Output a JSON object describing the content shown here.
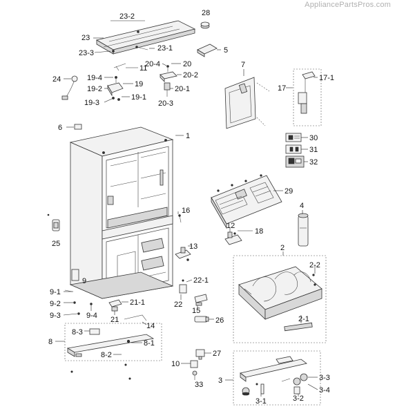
{
  "watermark": "AppliancePartsPros.com",
  "callouts": {
    "c1": "1",
    "c2": "2",
    "c2_1": "2-1",
    "c2_2": "2-2",
    "c3": "3",
    "c3_1": "3-1",
    "c3_2": "3-2",
    "c3_3": "3-3",
    "c3_4": "3-4",
    "c4": "4",
    "c5": "5",
    "c6": "6",
    "c7": "7",
    "c8": "8",
    "c8_1": "8-1",
    "c8_2": "8-2",
    "c8_3": "8-3",
    "c9": "9",
    "c9_1": "9-1",
    "c9_2": "9-2",
    "c9_3": "9-3",
    "c9_4": "9-4",
    "c10": "10",
    "c11": "11",
    "c12": "12",
    "c13": "13",
    "c14": "14",
    "c15": "15",
    "c16": "16",
    "c17": "17",
    "c17_1": "17-1",
    "c18": "18",
    "c19": "19",
    "c19_1": "19-1",
    "c19_2": "19-2",
    "c19_3": "19-3",
    "c19_4": "19-4",
    "c20": "20",
    "c20_1": "20-1",
    "c20_2": "20-2",
    "c20_3": "20-3",
    "c20_4": "20-4",
    "c21": "21",
    "c21_1": "21-1",
    "c22": "22",
    "c22_1": "22-1",
    "c23": "23",
    "c23_1": "23-1",
    "c23_2": "23-2",
    "c23_3": "23-3",
    "c24": "24",
    "c25": "25",
    "c26": "26",
    "c27": "27",
    "c28": "28",
    "c29": "29",
    "c30": "30",
    "c31": "31",
    "c32": "32",
    "c33": "33"
  }
}
